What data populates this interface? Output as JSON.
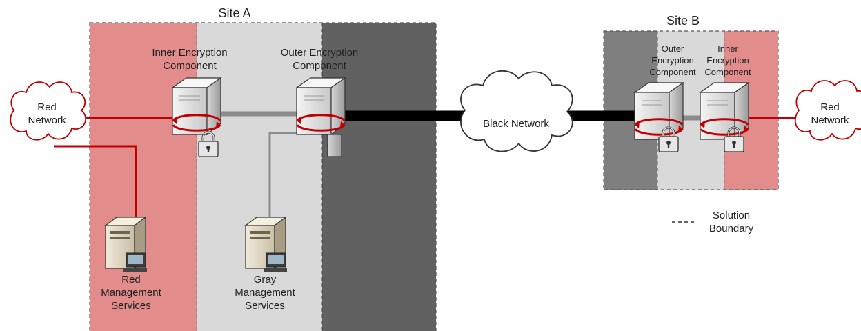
{
  "site_a": {
    "title": "Site A",
    "inner_component": [
      "Inner Encryption",
      "Component"
    ],
    "outer_component": [
      "Outer Encryption",
      "Component"
    ],
    "red_management": [
      "Red",
      "Management",
      "Services"
    ],
    "gray_management": [
      "Gray",
      "Management",
      "Services"
    ]
  },
  "site_b": {
    "title": "Site B",
    "outer_component": [
      "Outer",
      "Encryption",
      "Component"
    ],
    "inner_component": [
      "Inner",
      "Encryption",
      "Component"
    ]
  },
  "networks": {
    "red_left": [
      "Red",
      "Network"
    ],
    "black": "Black Network",
    "red_right": [
      "Red",
      "Network"
    ]
  },
  "legend": {
    "label": [
      "Solution",
      "Boundary"
    ]
  },
  "colors": {
    "red_zone": "#e38c8c",
    "gray_zone": "#d9d9d9",
    "black_zone_site_a": "#616161",
    "black_zone_site_b": "#7f7f7f",
    "red_link": "#c00000",
    "gray_link": "#8c8c8c",
    "black_link": "#000000"
  }
}
